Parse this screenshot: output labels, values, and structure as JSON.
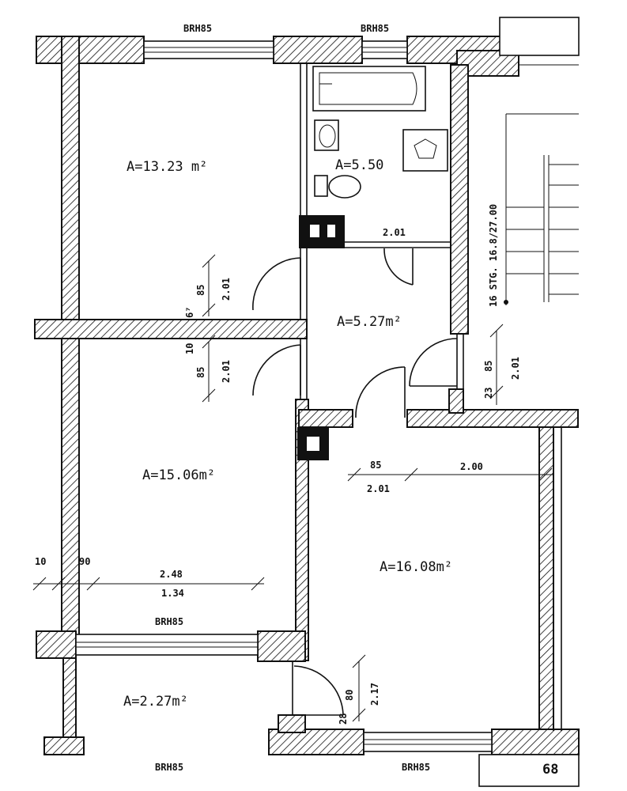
{
  "rooms": [
    {
      "id": "room-top-left",
      "area": "A=13.23 m²"
    },
    {
      "id": "bathroom",
      "area": "A=5.50"
    },
    {
      "id": "hallway",
      "area": "A=5.27m²"
    },
    {
      "id": "room-middle-left",
      "area": "A=15.06m²"
    },
    {
      "id": "room-right",
      "area": "A=16.08m²"
    },
    {
      "id": "room-bottom-left",
      "area": "A=2.27m²"
    }
  ],
  "windows": {
    "top_left": "BRH85",
    "top_middle": "BRH85",
    "middle_left": "BRH85",
    "bottom_left": "BRH85",
    "bottom_right": "BRH85"
  },
  "dimensions": {
    "bath_width": "2.01",
    "door_upper_a": "85",
    "door_upper_b": "2.01",
    "door_upper_c": "6⁷",
    "door_lower_a": "85",
    "door_lower_b": "2.01",
    "door_lower_c": "10",
    "stair_door_a": "85",
    "stair_door_b": "2.01",
    "stair_door_c": "23",
    "right_room_a": "85",
    "right_room_b": "2.01",
    "right_room_c": "2.00",
    "left_room_a": "2.48",
    "left_room_b": "1.34",
    "left_tick_a": "10",
    "left_tick_b": "90",
    "bottom_door_a": "80",
    "bottom_door_b": "2.17",
    "bottom_door_c": "28",
    "stair_note": "16 STG. 16.8/27.00"
  },
  "page_number": "68"
}
